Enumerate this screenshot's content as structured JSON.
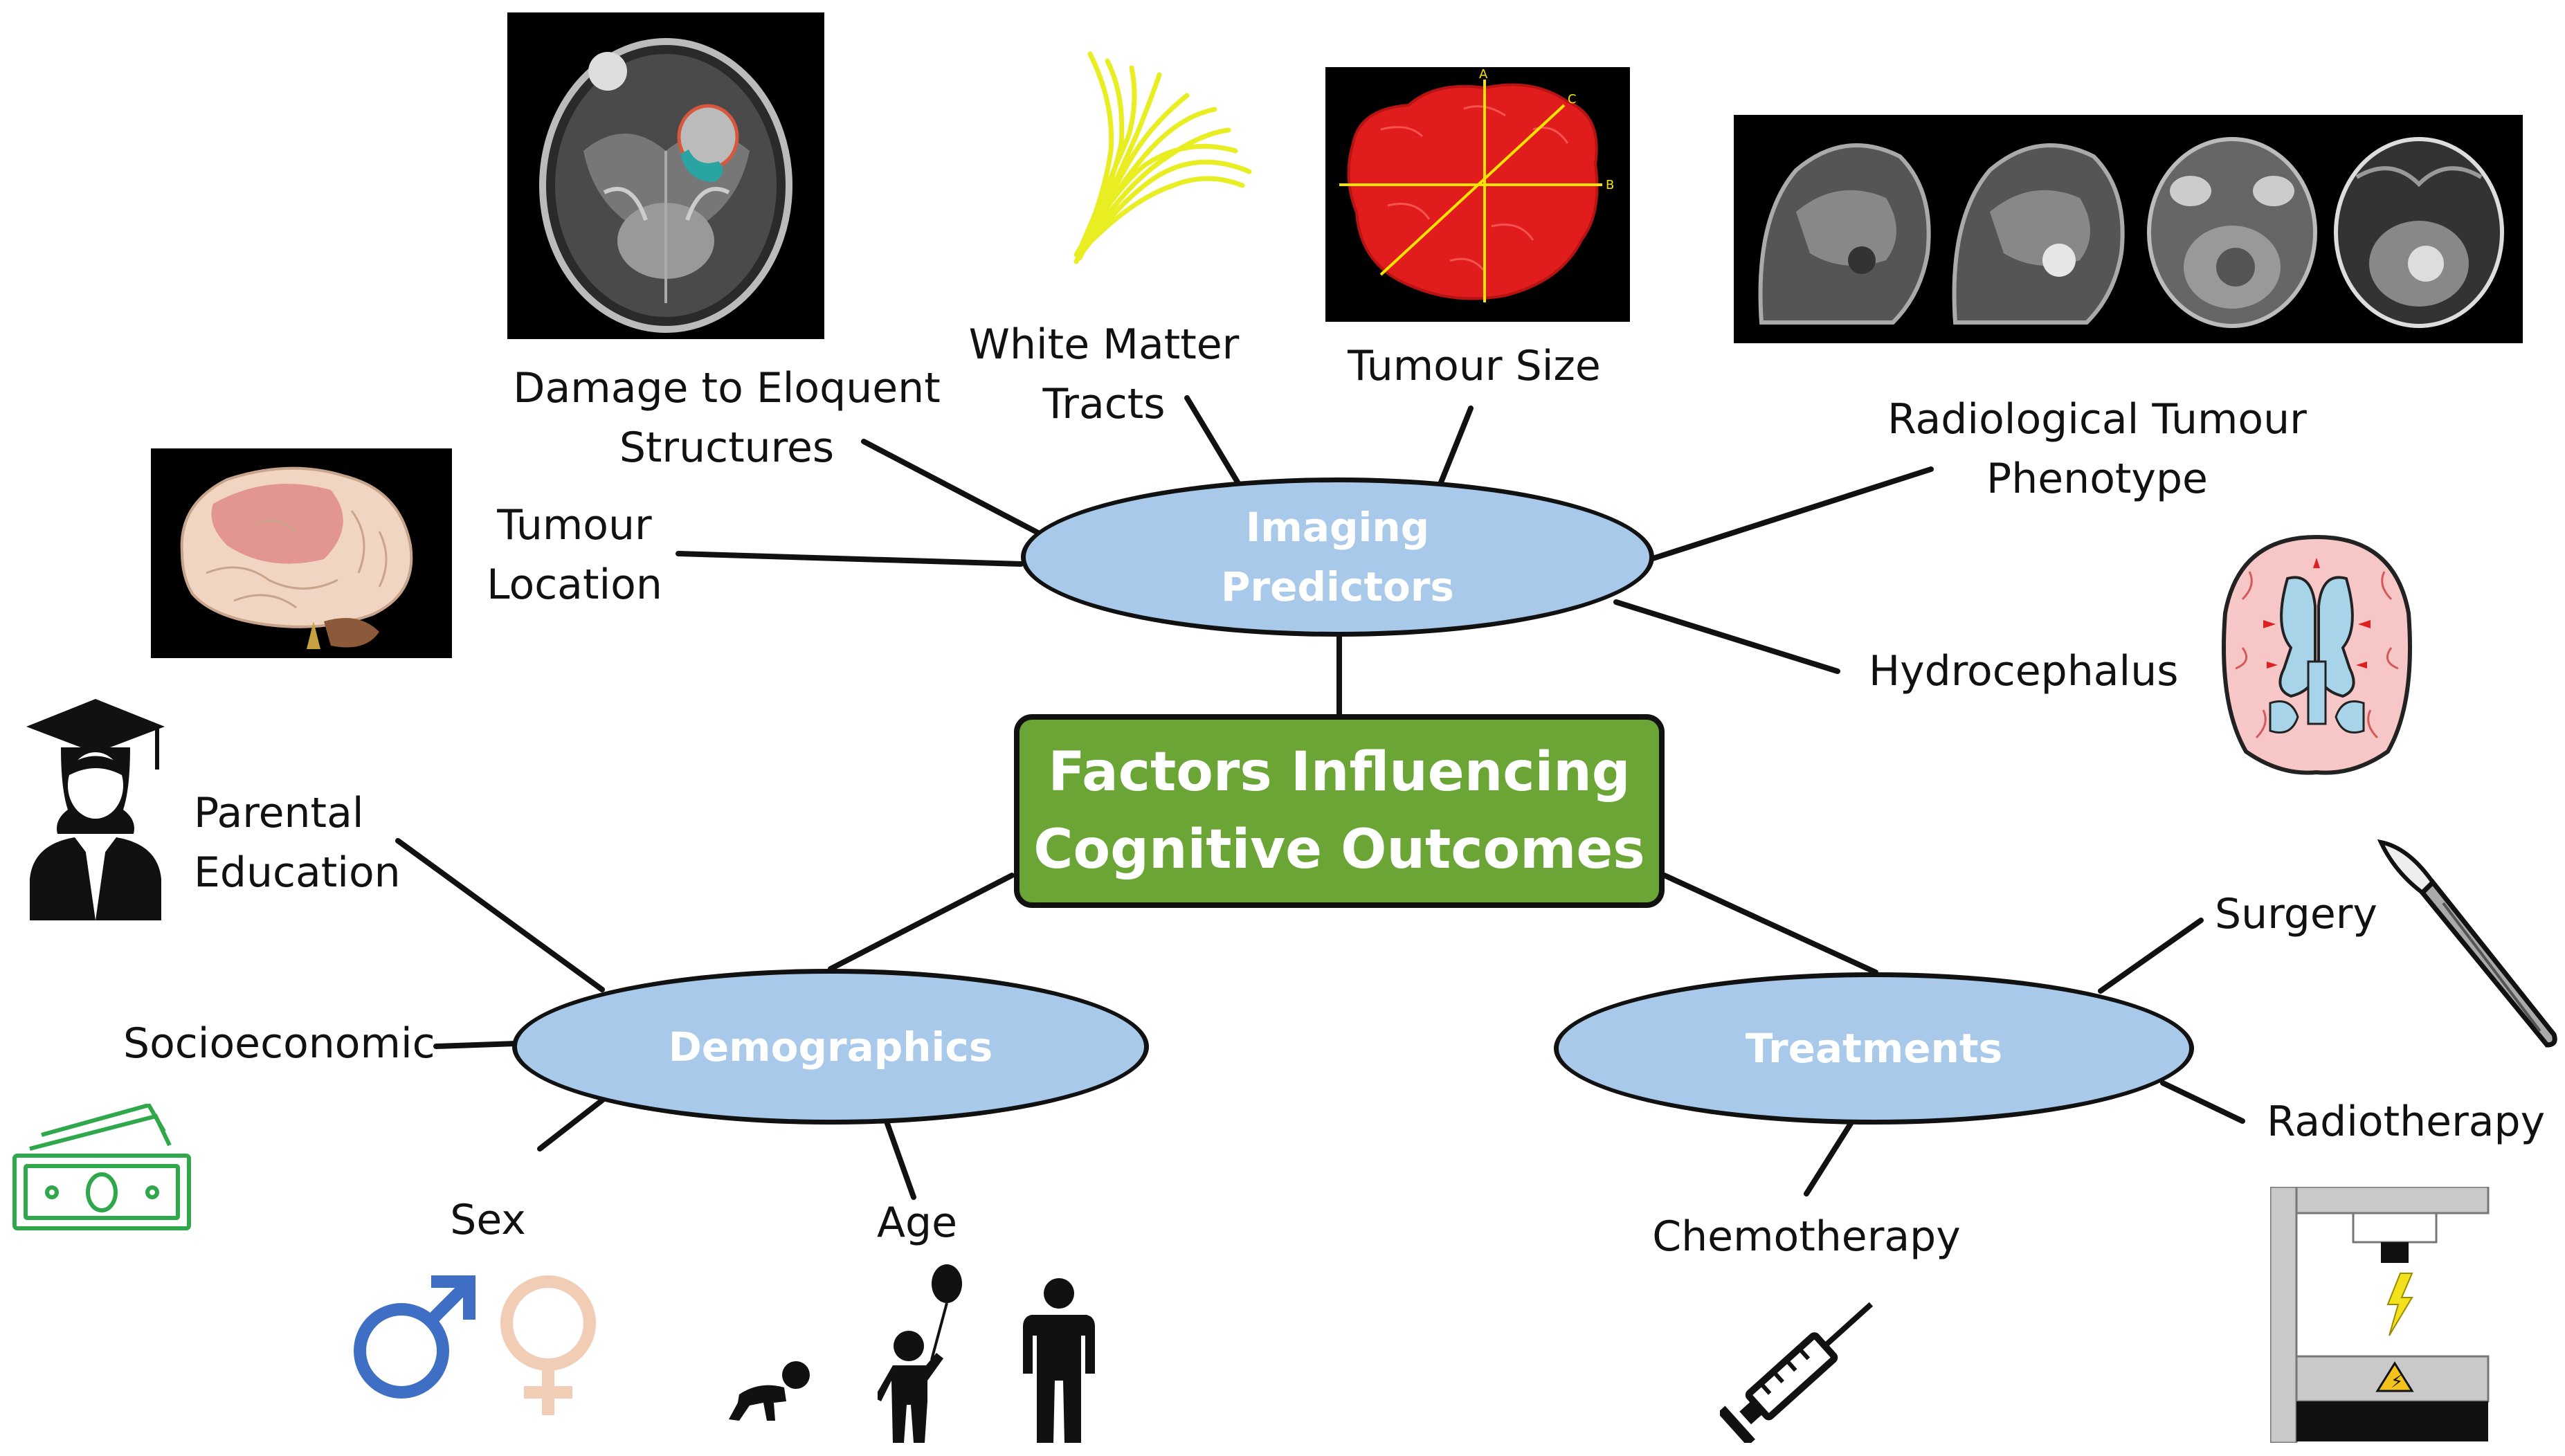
{
  "center": {
    "line1": "Factors Influencing",
    "line2": "Cognitive Outcomes"
  },
  "branches": {
    "imaging": {
      "line1": "Imaging",
      "line2": "Predictors"
    },
    "demographics": {
      "label": "Demographics"
    },
    "treatments": {
      "label": "Treatments"
    }
  },
  "imaging_leaves": {
    "location": {
      "line1": "Tumour",
      "line2": "Location"
    },
    "eloquent": {
      "line1": "Damage to Eloquent",
      "line2": "Structures"
    },
    "white_matter": {
      "line1": "White Matter",
      "line2": "Tracts"
    },
    "size": {
      "label": "Tumour Size"
    },
    "phenotype": {
      "line1": "Radiological Tumour",
      "line2": "Phenotype"
    },
    "hydro": {
      "label": "Hydrocephalus"
    }
  },
  "demographic_leaves": {
    "parental": {
      "line1": "Parental",
      "line2": "Education"
    },
    "socio": {
      "label": "Socioeconomic"
    },
    "sex": {
      "label": "Sex"
    },
    "age": {
      "label": "Age"
    }
  },
  "treatment_leaves": {
    "surgery": {
      "label": "Surgery"
    },
    "radio": {
      "label": "Radiotherapy"
    },
    "chemo": {
      "label": "Chemotherapy"
    }
  },
  "tumour_axes": {
    "a": "A",
    "b": "B",
    "c": "C"
  },
  "icons": {
    "eloquent_mri": "axial-mri-scan-icon",
    "tracts": "white-matter-tracts-icon",
    "tumour_model": "3d-tumour-model-icon",
    "mri_strip": "mri-scans-strip-icon",
    "brain_3d": "brain-3d-render-icon",
    "hydro_brain": "hydrocephalus-brain-icon",
    "graduate": "graduate-person-icon",
    "money": "banknotes-icon",
    "male": "male-symbol-icon",
    "female": "female-symbol-icon",
    "baby": "crawling-baby-icon",
    "child": "child-with-balloon-icon",
    "adult": "adult-person-icon",
    "syringe": "syringe-icon",
    "scalpel": "scalpel-icon",
    "radiotherapy": "radiotherapy-machine-icon"
  },
  "colors": {
    "center_fill": "#6aa535",
    "ellipse_fill": "#a8c9ea",
    "male": "#3f6fc4",
    "female": "#f2cdb5",
    "money": "#2ea84a",
    "tracts": "#e8ee22",
    "tumour": "#e01c1c"
  }
}
